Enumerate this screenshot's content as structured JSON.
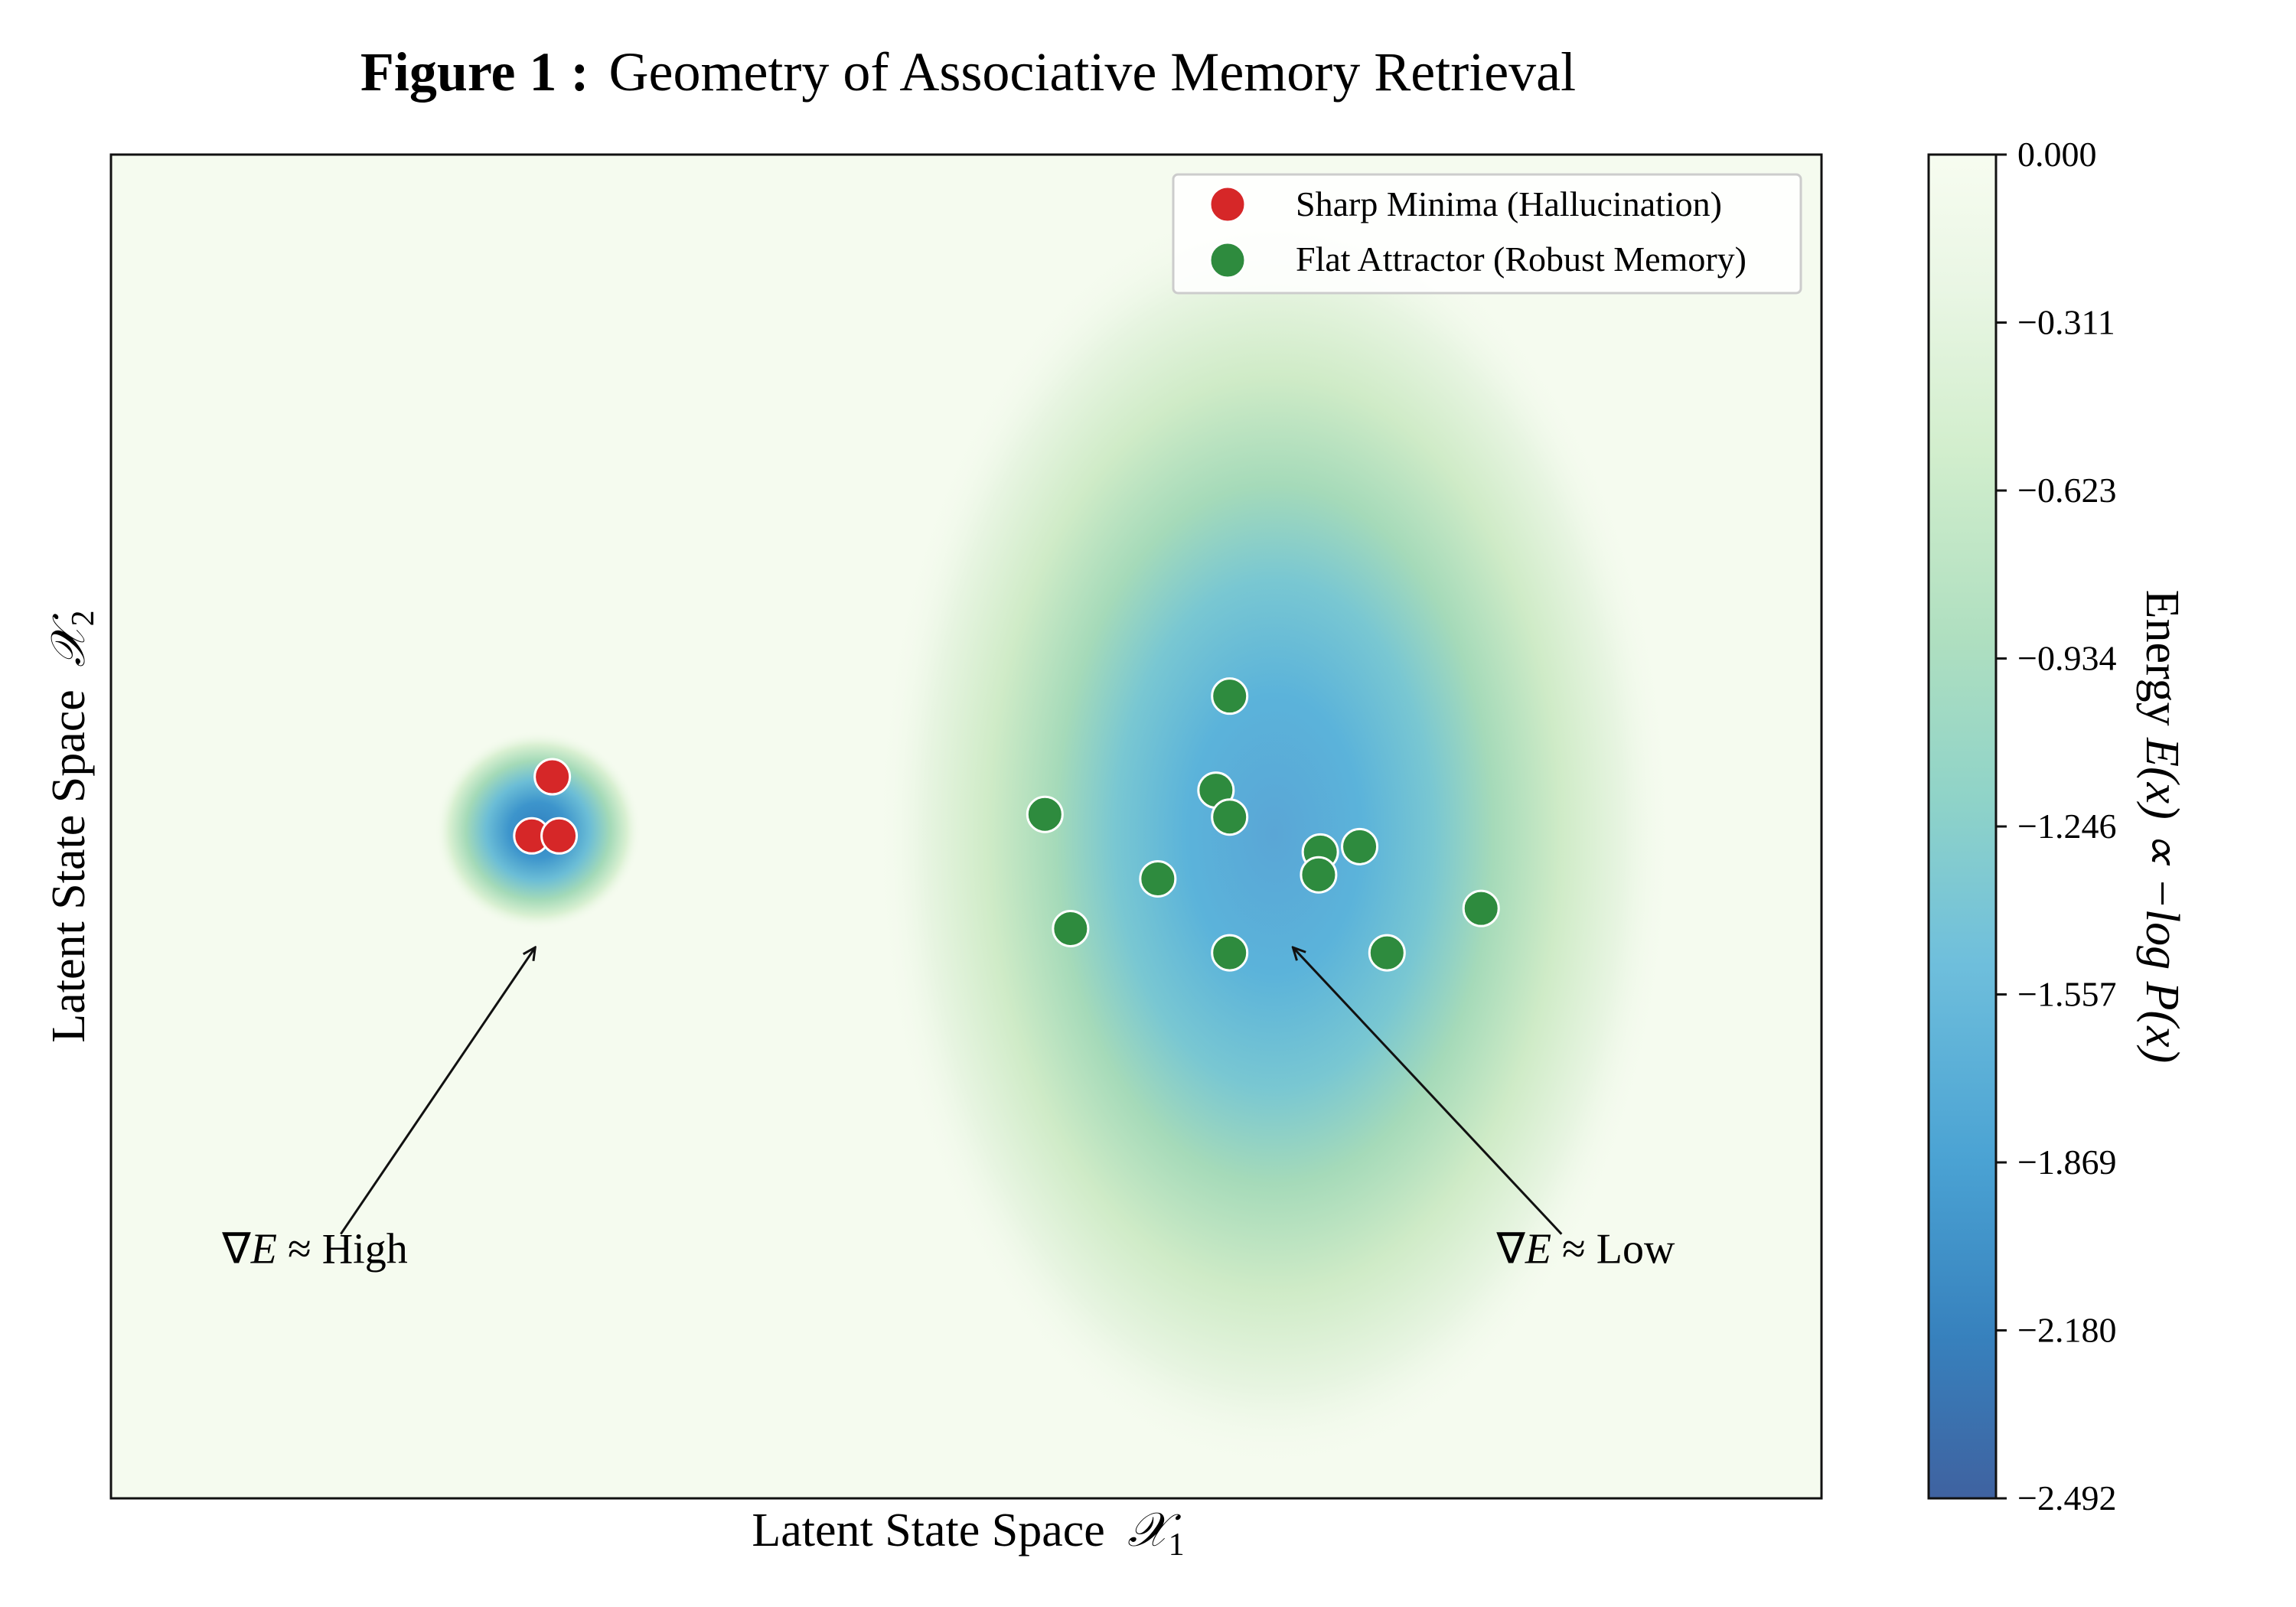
{
  "figure": {
    "title_bold": "Figure 1 :",
    "title_rest": "Geometry of Associative Memory Retrieval"
  },
  "chart_data": {
    "type": "heatmap",
    "title": "Geometry of Associative Memory Retrieval",
    "xlabel": "Latent State Space",
    "xlabel_math": "𝒳",
    "xlabel_sub": "1",
    "ylabel": "Latent State Space",
    "ylabel_math": "𝒳",
    "ylabel_sub": "2",
    "grid": false,
    "legend_position": "top-right",
    "colorbar": {
      "label_prefix": "Energy ",
      "label_math": "E(x) ∝ −log P(x)",
      "min": -2.492,
      "max": 0.0,
      "ticks": [
        "0.000",
        "−0.311",
        "−0.623",
        "−0.934",
        "−1.246",
        "−1.557",
        "−1.869",
        "−2.180",
        "−2.492"
      ],
      "colormap": [
        "#f7fcf0",
        "#e0f3db",
        "#ccebc5",
        "#a8ddb5",
        "#7bccc4",
        "#4eb3d3",
        "#2b8cbe",
        "#3f6aa8"
      ]
    },
    "series": [
      {
        "name": "Sharp Minima (Hallucination)",
        "color": "#d62728",
        "points": [
          {
            "x": 0.258,
            "y": 0.537
          },
          {
            "x": 0.246,
            "y": 0.493
          },
          {
            "x": 0.262,
            "y": 0.493
          }
        ]
      },
      {
        "name": "Flat Attractor (Robust Memory)",
        "color": "#2e8b3e",
        "points": [
          {
            "x": 0.654,
            "y": 0.597
          },
          {
            "x": 0.546,
            "y": 0.509
          },
          {
            "x": 0.646,
            "y": 0.527
          },
          {
            "x": 0.654,
            "y": 0.507
          },
          {
            "x": 0.73,
            "y": 0.485
          },
          {
            "x": 0.707,
            "y": 0.481
          },
          {
            "x": 0.612,
            "y": 0.461
          },
          {
            "x": 0.706,
            "y": 0.464
          },
          {
            "x": 0.801,
            "y": 0.439
          },
          {
            "x": 0.561,
            "y": 0.424
          },
          {
            "x": 0.654,
            "y": 0.406
          },
          {
            "x": 0.746,
            "y": 0.406
          }
        ]
      }
    ],
    "annotations": [
      {
        "text_symbol": "∇",
        "text_var": "E",
        "text_rest": " ≈ High",
        "point_x": 0.248,
        "point_y": 0.41,
        "text_x": 0.065,
        "text_y": 0.175
      },
      {
        "text_symbol": "∇",
        "text_var": "E",
        "text_rest": " ≈ Low",
        "point_x": 0.691,
        "point_y": 0.41,
        "text_x": 0.81,
        "text_y": 0.175
      }
    ]
  }
}
